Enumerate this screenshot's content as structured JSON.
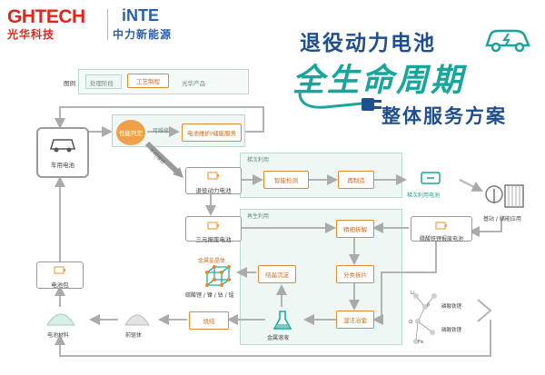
{
  "logos": {
    "ghtech": "GHTECH",
    "ghtech_cn": "光华科技",
    "inte": "iNTE",
    "inte_cn": "中力新能源"
  },
  "title": {
    "line1": "退役动力电池",
    "line2": "全生命周期",
    "line3": "整体服务方案"
  },
  "legend": {
    "label": "图例",
    "process_stage": "处理阶段",
    "process_step": "工艺制程",
    "product": "光华产品"
  },
  "nodes": {
    "vehicle_battery": "车用电池",
    "performance_check": "性能判定",
    "repairable": "可维修",
    "battery_repair": "电池维护/储能服务",
    "not_repairable": "不可维修",
    "retired_battery": "退役动力电池",
    "smart_testing": "智能检测",
    "remanufacture": "再制造",
    "cascade_label": "梯次利用",
    "cascade_battery": "梯次利用电池",
    "base_station": "基站 / 储能应用",
    "ternary_scrap": "三元报废电池",
    "lfp_scrap": "磷酸铁锂报废电池",
    "recycle_label": "再生利用",
    "fine_disassembly": "精细拆解",
    "sorting": "分类拆片",
    "hydrometallurgy": "湿法冶金",
    "crystallization": "结晶沉淀",
    "metal_crystal": "金属盐晶体",
    "metal_salts": "碳酸锂 / 镍 / 钴 / 锰",
    "metal_solution": "金属溶液",
    "sintering": "烧结",
    "precursor": "前驱体",
    "battery_material": "电池材料",
    "battery_pack": "电池包",
    "lfp_cathode": "磷酸铁锂",
    "lfp_material": "磷酸铁锂",
    "element_li": "Li",
    "element_p": "P",
    "element_o": "O",
    "element_fe": "Fe"
  },
  "colors": {
    "accent_orange": "#e08a30",
    "teal": "#17a59c",
    "navy": "#1f4f8f",
    "brand_red": "#e1251b",
    "inte_blue": "#2b5fa8",
    "green_region": "#eef7f3"
  }
}
